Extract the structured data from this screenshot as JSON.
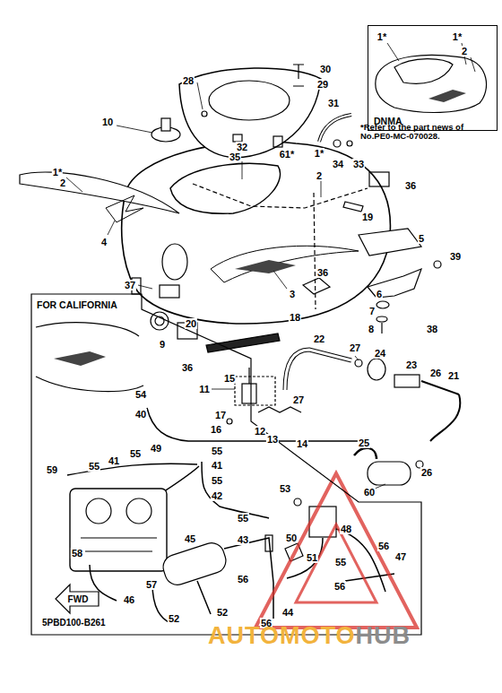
{
  "diagram": {
    "nodes": [
      {
        "text": [
          "DNMA"
        ]
      },
      {
        "text": [
          "FOR CALIFORNIA"
        ]
      }
    ],
    "labels": [
      "30",
      "29",
      "28",
      "31",
      "10",
      "32",
      "35",
      "61*",
      "1*",
      "2",
      "34",
      "33",
      "1*",
      "2",
      "4",
      "36",
      "19",
      "5",
      "39",
      "37",
      "3",
      "36",
      "6",
      "7",
      "38",
      "8",
      "20",
      "18",
      "9",
      "36",
      "22",
      "27",
      "24",
      "23",
      "26",
      "21",
      "11",
      "15",
      "27",
      "17",
      "16",
      "12",
      "13",
      "14",
      "25",
      "60",
      "26",
      "54",
      "40",
      "49",
      "55",
      "41",
      "55",
      "59",
      "55",
      "41",
      "55",
      "42",
      "53",
      "48",
      "55",
      "45",
      "43",
      "50",
      "51",
      "56",
      "55",
      "47",
      "58",
      "57",
      "56",
      "56",
      "46",
      "52",
      "52",
      "44",
      "56",
      "1*",
      "1*",
      "2",
      "*Refer to the part news of No.PE0-MC-070028.",
      "FWD",
      "5PBD100-B261",
      "AUTO",
      "MOTO",
      "HUB"
    ]
  }
}
